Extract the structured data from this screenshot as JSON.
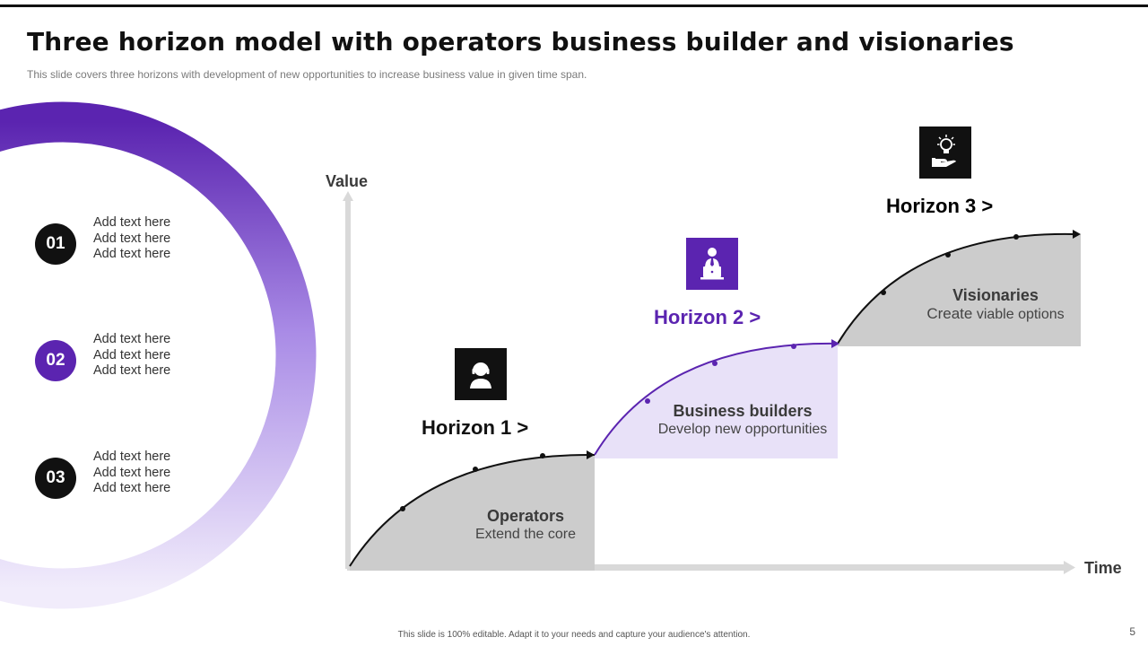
{
  "slide": {
    "title": "Three horizon model with operators business builder and visionaries",
    "subtitle": "This slide covers three horizons with development of new opportunities to increase business value in given time span.",
    "footer": "This slide is 100% editable. Adapt it to your needs and capture your audience's attention.",
    "page_number": "5"
  },
  "list": [
    {
      "number": "01",
      "color": "#111111",
      "lines": [
        "Add text here",
        "Add text here",
        "Add text here"
      ]
    },
    {
      "number": "02",
      "color": "#5B24B0",
      "lines": [
        "Add text here",
        "Add text here",
        "Add text here"
      ]
    },
    {
      "number": "03",
      "color": "#111111",
      "lines": [
        "Add text here",
        "Add text here",
        "Add text here"
      ]
    }
  ],
  "axes": {
    "y_label": "Value",
    "x_label": "Time"
  },
  "horizons": [
    {
      "label": "Horizon 1 >",
      "name": "Operators",
      "desc": "Extend the core",
      "icon": "operator-headset-icon",
      "label_color": "#111111",
      "icon_bg": "#111111",
      "fill": "#CCCCCC"
    },
    {
      "label": "Horizon 2 >",
      "name": "Business builders",
      "desc": "Develop new opportunities",
      "icon": "businessman-laptop-icon",
      "label_color": "#5B24B0",
      "icon_bg": "#5B24B0",
      "fill": "#E8E1F8"
    },
    {
      "label": "Horizon 3 >",
      "name": "Visionaries",
      "desc_a": "Create",
      "desc_b": "viable options",
      "icon": "lightbulb-hand-icon",
      "label_color": "#111111",
      "icon_bg": "#111111",
      "fill": "#CCCCCC"
    }
  ],
  "colors": {
    "accent": "#5B24B0",
    "ring_light": "#EFE9FB",
    "axis": "#D9D9D9"
  }
}
